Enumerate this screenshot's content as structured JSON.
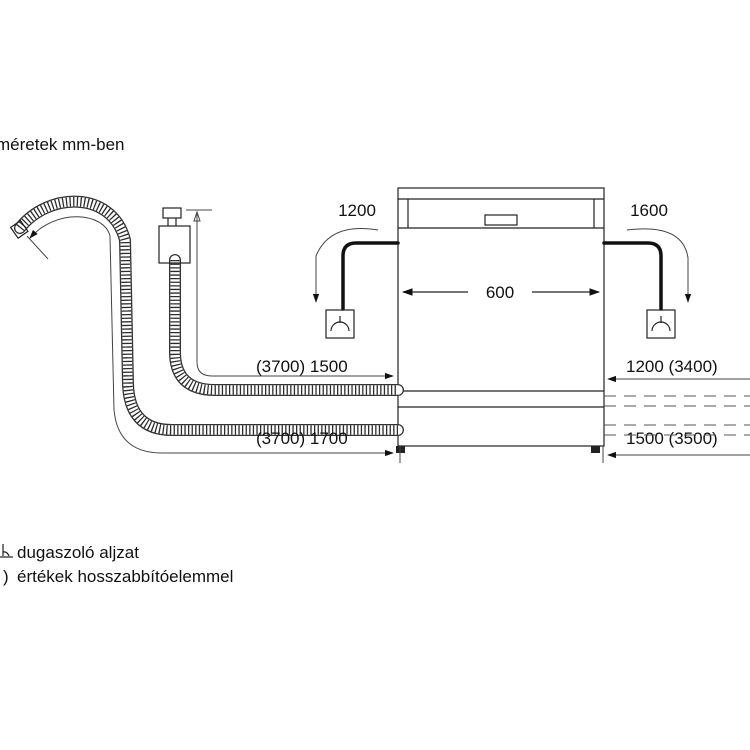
{
  "header": {
    "units_note": "méretek mm-ben"
  },
  "dimensions": {
    "left_drain_upper": "(3700) 1500",
    "left_drain_lower": "(3700) 1700",
    "right_upper": "1200 (3400)",
    "right_lower": "1500 (3500)",
    "width": "600",
    "left_cable": "1200",
    "right_cable": "1600"
  },
  "legend": {
    "socket": "dugaszoló aljzat",
    "extension": "értékek hosszabbítóelemmel"
  },
  "icons": [
    "socket-icon",
    "drain-hose-icon",
    "inlet-hose-icon",
    "aquastop-valve-icon",
    "dishwasher-icon",
    "arrow-icon"
  ]
}
